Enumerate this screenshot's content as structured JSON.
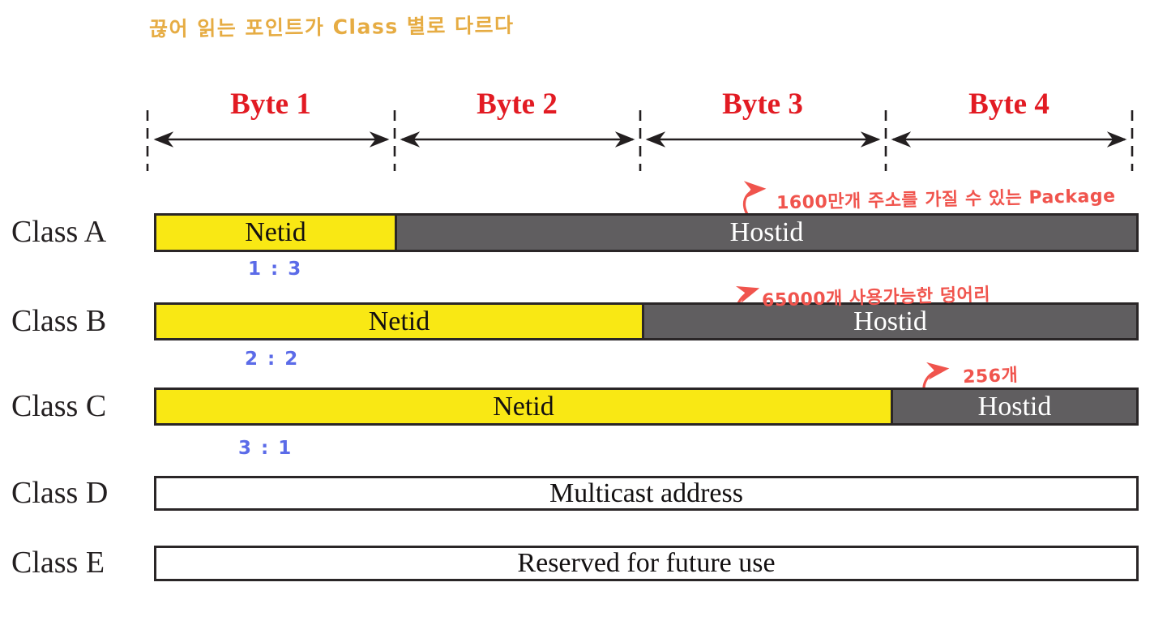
{
  "title_note": "끊어 읽는 포인트가 Class 별로 다르다",
  "header": {
    "byte_labels": [
      "Byte 1",
      "Byte 2",
      "Byte 3",
      "Byte 4"
    ]
  },
  "rows": [
    {
      "label": "Class A",
      "netid": "Netid",
      "hostid": "Hostid",
      "ratio_note": "1 : 3",
      "annotation": "1600만개 주소를 가질 수 있는 Package"
    },
    {
      "label": "Class B",
      "netid": "Netid",
      "hostid": "Hostid",
      "ratio_note": "2 : 2",
      "annotation": "65000개 사용가능한 덩어리"
    },
    {
      "label": "Class C",
      "netid": "Netid",
      "hostid": "Hostid",
      "ratio_note": "3 : 1",
      "annotation": "256개"
    },
    {
      "label": "Class D",
      "text": "Multicast address"
    },
    {
      "label": "Class E",
      "text": "Reserved for future use"
    }
  ],
  "colors": {
    "netid_yellow": "#F9E814",
    "hostid_gray": "#605E60",
    "byte_label_red": "#E21B23",
    "annotation_red": "#F0544D",
    "ratio_blue": "#5B6BE8",
    "top_note_orange": "#E6AC43",
    "line_black": "#231F20"
  }
}
